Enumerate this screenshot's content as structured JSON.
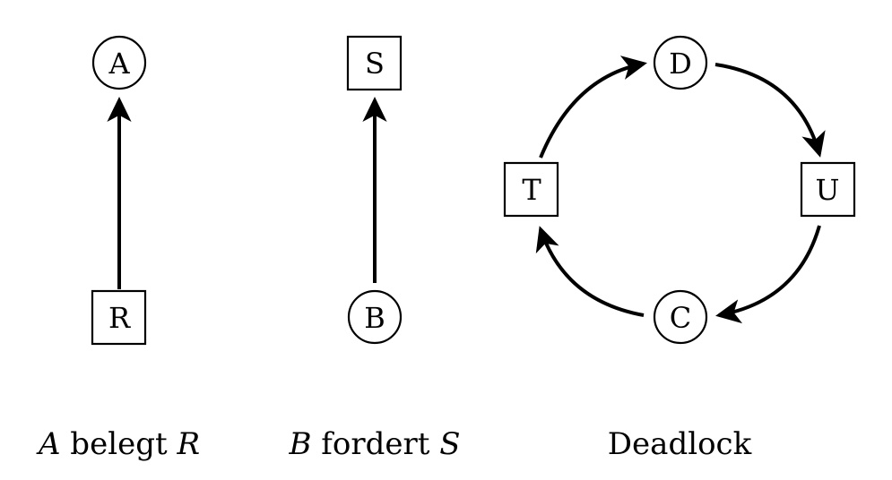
{
  "panels": [
    {
      "nodes": [
        {
          "id": "A",
          "label": "A",
          "shape": "circle"
        },
        {
          "id": "R",
          "label": "R",
          "shape": "square"
        }
      ],
      "edges": [
        {
          "from": "R",
          "to": "A"
        }
      ],
      "caption": {
        "part1": "A",
        "part2": " belegt ",
        "part3": "R"
      }
    },
    {
      "nodes": [
        {
          "id": "S",
          "label": "S",
          "shape": "square"
        },
        {
          "id": "B",
          "label": "B",
          "shape": "circle"
        }
      ],
      "edges": [
        {
          "from": "B",
          "to": "S"
        }
      ],
      "caption": {
        "part1": "B",
        "part2": " fordert ",
        "part3": "S"
      }
    },
    {
      "nodes": [
        {
          "id": "D",
          "label": "D",
          "shape": "circle"
        },
        {
          "id": "U",
          "label": "U",
          "shape": "square"
        },
        {
          "id": "C",
          "label": "C",
          "shape": "circle"
        },
        {
          "id": "T",
          "label": "T",
          "shape": "square"
        }
      ],
      "edges": [
        {
          "from": "T",
          "to": "D"
        },
        {
          "from": "D",
          "to": "U"
        },
        {
          "from": "U",
          "to": "C"
        },
        {
          "from": "C",
          "to": "T"
        }
      ],
      "caption": {
        "text": "Deadlock"
      }
    }
  ]
}
